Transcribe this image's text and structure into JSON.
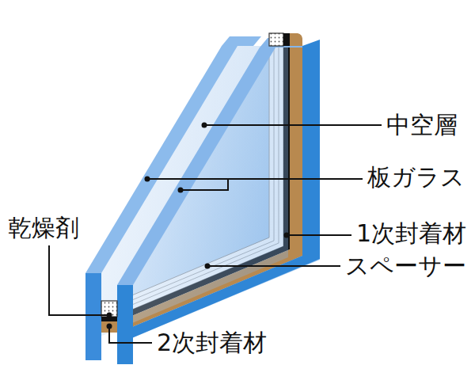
{
  "diagram": {
    "labels": [
      "中空層",
      "板ガラス",
      "1次封着材",
      "スペーサー",
      "乾燥剤",
      "2次封着材"
    ]
  }
}
